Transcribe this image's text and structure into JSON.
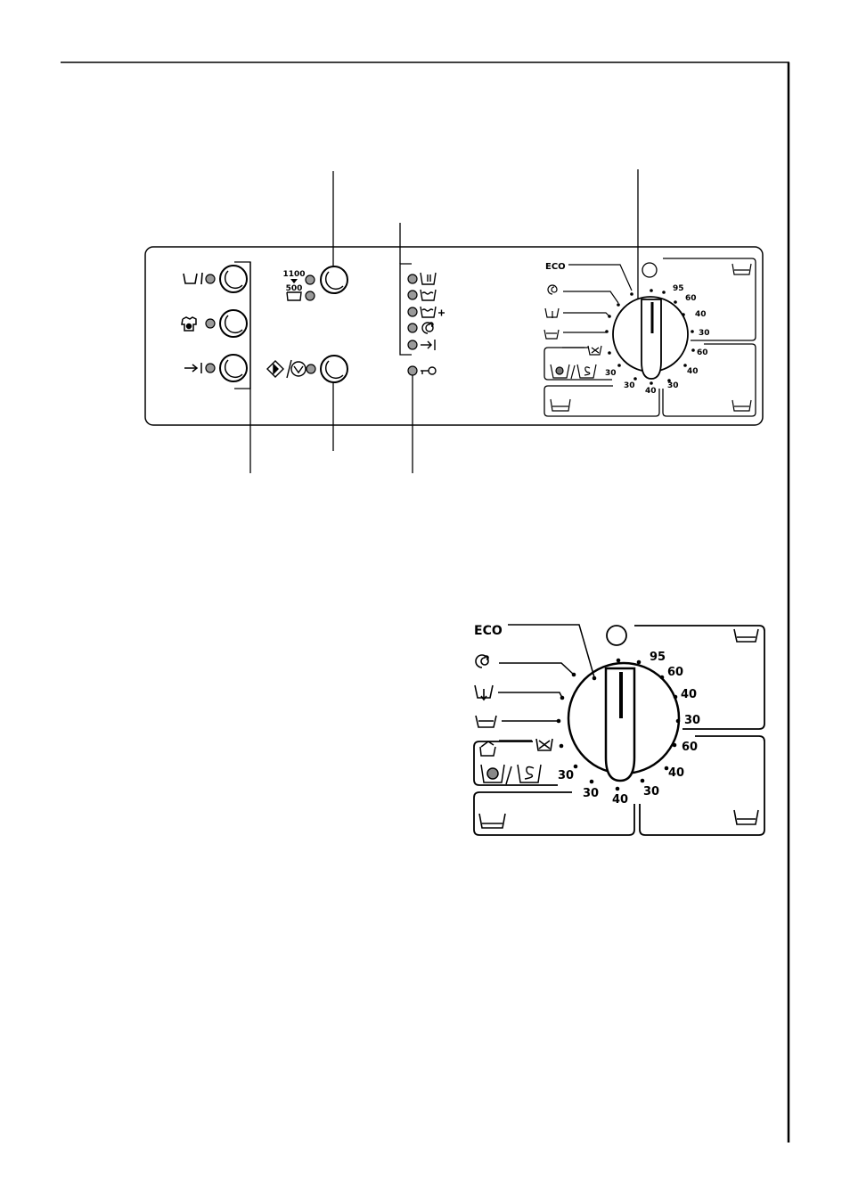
{
  "panel": {
    "spin_speed_high": "1100",
    "spin_speed_low": "500",
    "program_selector": {
      "eco_label": "ECO",
      "temps": [
        "95",
        "60",
        "40",
        "30",
        "60",
        "40",
        "30",
        "40",
        "30",
        "30"
      ]
    }
  },
  "detail": {
    "eco_label": "ECO",
    "temps": [
      "95",
      "60",
      "40",
      "30",
      "60",
      "40",
      "30",
      "40",
      "30",
      "30"
    ]
  },
  "icons": {
    "panel_buttons": [
      "prewash-icon",
      "stain-icon",
      "time-saving-icon",
      "spin-speed-icon",
      "start-pause-icon"
    ],
    "indicator_leds": [
      "wash-phase-icon",
      "rinse-icon",
      "extra-rinse-icon",
      "spin-icon",
      "end-icon",
      "door-lock-icon"
    ],
    "dial_labels": [
      "eco-icon",
      "spin-icon",
      "drain-icon",
      "rinse-icon",
      "delicates-icon",
      "wool-icon",
      "silk-icon",
      "cotton-tub-icon",
      "synthetics-tub-icon"
    ]
  },
  "colors": {
    "ink": "#000000",
    "led": "#9a9a9a",
    "background": "#ffffff"
  }
}
